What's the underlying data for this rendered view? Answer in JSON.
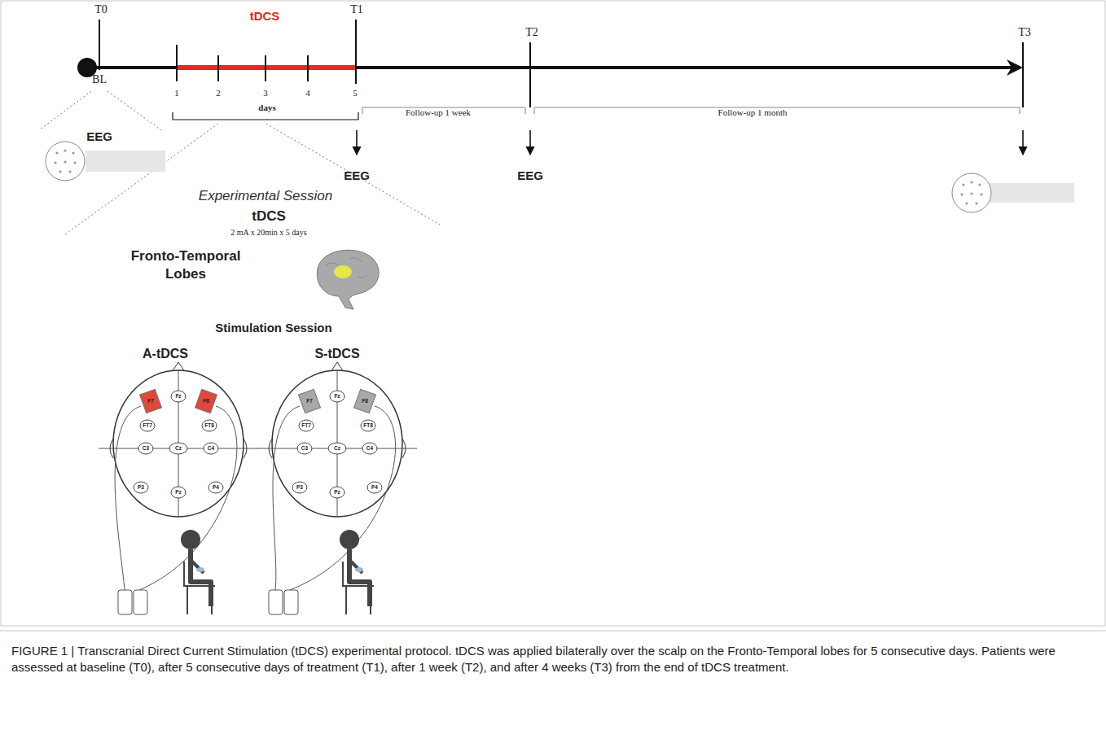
{
  "diagram": {
    "caption": "FIGURE 1 | Transcranial Direct Current Stimulation (tDCS) experimental protocol. tDCS was applied bilaterally over the scalp on the Fronto-Temporal lobes for 5 consecutive days. Patients were assessed at baseline (T0), after 5 consecutive days of treatment (T1), after 1 week (T2), and after 4 weeks (T3) from the end of tDCS treatment.",
    "labels": [
      "T0",
      "tDCS",
      "T1",
      "T2",
      "T3",
      "BL",
      "1",
      "2",
      "3",
      "4",
      "5",
      "days",
      "Follow-up 1 week",
      "Follow-up 1 month",
      "EEG",
      "EEG",
      "EEG",
      "Experimental Session",
      "tDCS",
      "2 mA x 20min x 5 days",
      "Fronto-Temporal Lobes",
      "Stimulation Session",
      "A-tDCS",
      "S-tDCS",
      "Fz",
      "F7",
      "F8",
      "FT7",
      "FT8",
      "C3",
      "Cz",
      "C4",
      "P3",
      "Pz",
      "P4",
      "Fz",
      "F7",
      "F8",
      "FT7",
      "FT8",
      "C3",
      "Cz",
      "C4",
      "P3",
      "Pz",
      "P4"
    ]
  }
}
